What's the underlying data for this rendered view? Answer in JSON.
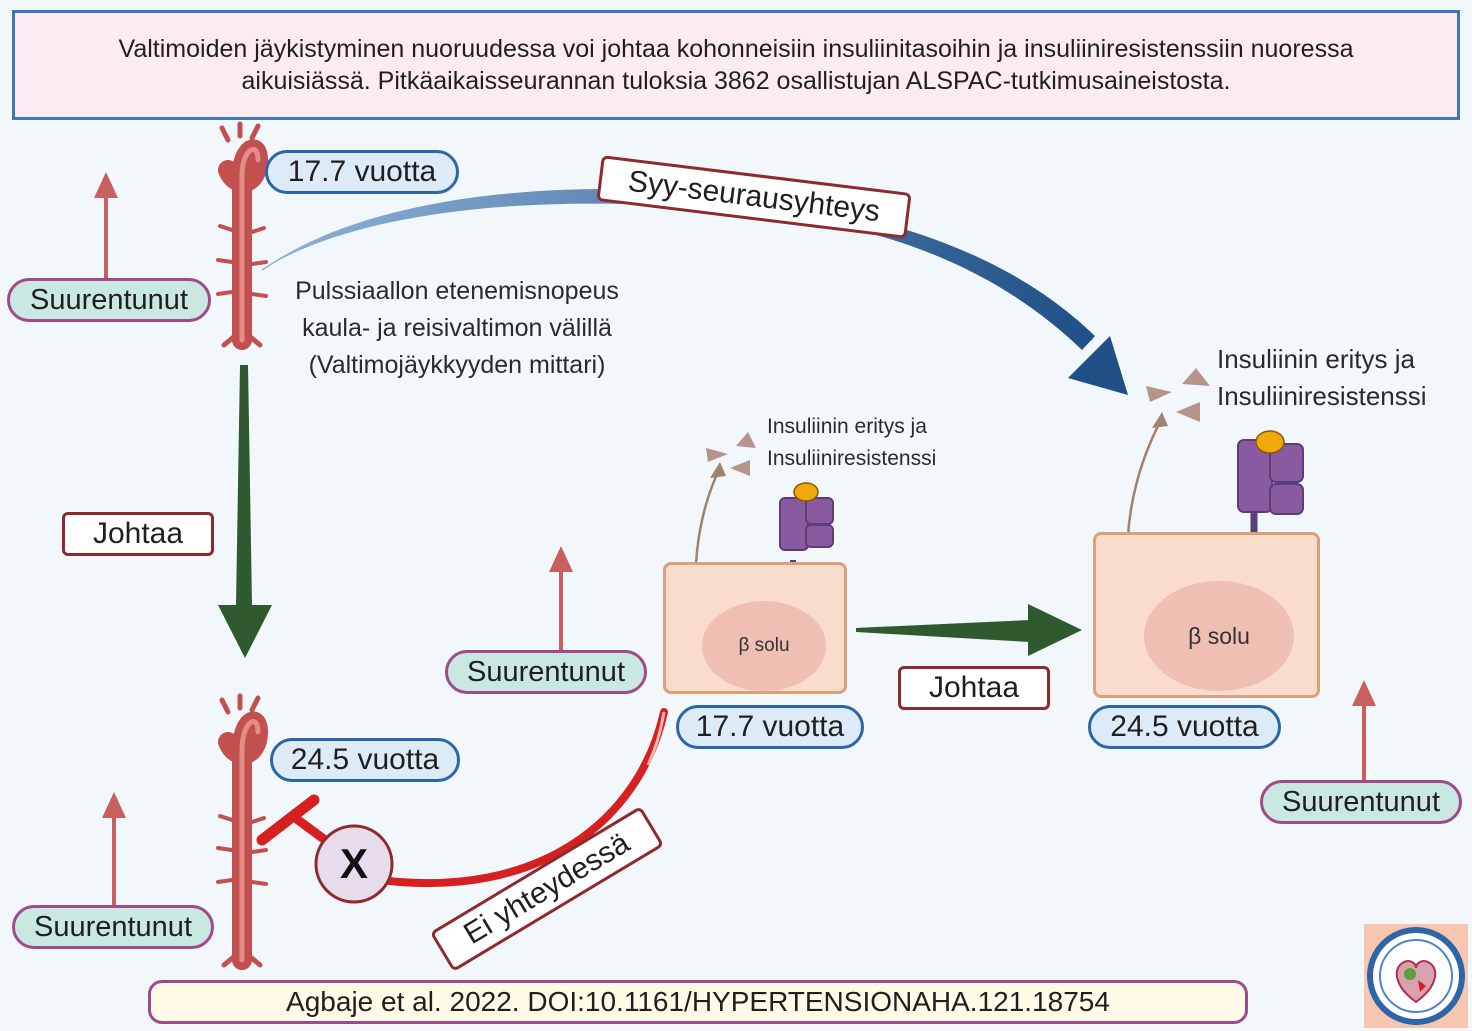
{
  "title": "Valtimoiden jäykistyminen nuoruudessa voi johtaa kohonneisiin insuliinitasoihin ja insuliiniresistenssiin nuoressa aikuisiässä. Pitkäaikaisseurannan tuloksia 3862 osallistujan ALSPAC-tutkimusaineistosta.",
  "artery_top": {
    "age": "17.7 vuotta",
    "status": "Suurentunut"
  },
  "artery_bottom": {
    "age": "24.5 vuotta",
    "status": "Suurentunut"
  },
  "pwv_label": {
    "line1": "Pulssiaallon etenemisnopeus",
    "line2": "kaula- ja reisivaltimon välillä",
    "line3": "(Valtimojäykkyyden mittari)"
  },
  "causal_label": "Syy-seurausyhteys",
  "leads_left": "Johtaa",
  "leads_middle": "Johtaa",
  "no_link_label": "Ei yhteydessä",
  "no_link_symbol": "X",
  "cell_small": {
    "label": "β solu",
    "age": "17.7 vuotta",
    "status": "Suurentunut",
    "insulin_line1": "Insuliinin eritys ja",
    "insulin_line2": "Insuliiniresistenssi"
  },
  "cell_large": {
    "label": "β solu",
    "age": "24.5 vuotta",
    "status": "Suurentunut",
    "insulin_line1": "Insuliinin eritys ja",
    "insulin_line2": "Insuliiniresistenssi"
  },
  "citation": "Agbaje et al. 2022. DOI:10.1161/HYPERTENSIONAHA.121.18754",
  "colors": {
    "causal_arrow": "#1f4f86",
    "leads_arrow": "#2f5a2f",
    "up_arrow": "#c9605f",
    "no_link": "#d62020"
  }
}
